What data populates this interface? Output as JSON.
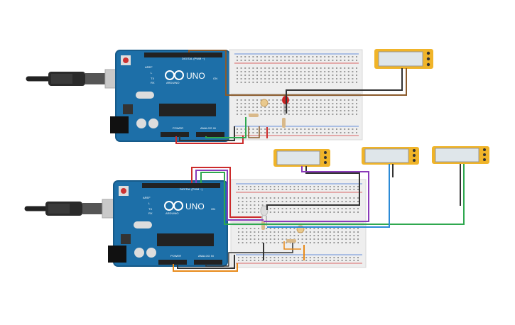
{
  "boards": [
    {
      "brand": "ARDUINO",
      "model": "UNO",
      "digital_label": "DIGITAL (PWM ~)",
      "power_label": "POWER",
      "analog_label": "ANALOG IN",
      "l_label": "L",
      "tx_label": "TX",
      "rx_label": "RX",
      "on_label": "ON",
      "aref_label": "AREF"
    },
    {
      "brand": "ARDUINO",
      "model": "UNO",
      "digital_label": "DIGITAL (PWM ~)",
      "power_label": "POWER",
      "analog_label": "ANALOG IN",
      "l_label": "L",
      "tx_label": "TX",
      "rx_label": "RX",
      "on_label": "ON",
      "aref_label": "AREF"
    }
  ],
  "colors": {
    "board": "#1d6fa8",
    "board_dark": "#165a89",
    "breadboard": "#eeeeee",
    "rail_red": "#d33a3a",
    "rail_blue": "#3a6fd3",
    "wire_black": "#333333",
    "wire_red": "#cc2b2b",
    "wire_brown": "#8a5a2b",
    "wire_green": "#2fa84f",
    "wire_purple": "#8a3ab9",
    "wire_blue": "#2b8ad6",
    "wire_orange": "#e88a1a",
    "meter_frame": "#f0b429",
    "meter_screen": "#dfe6ea",
    "led_red": "#cc2222",
    "usb": "#c9c9c9"
  }
}
